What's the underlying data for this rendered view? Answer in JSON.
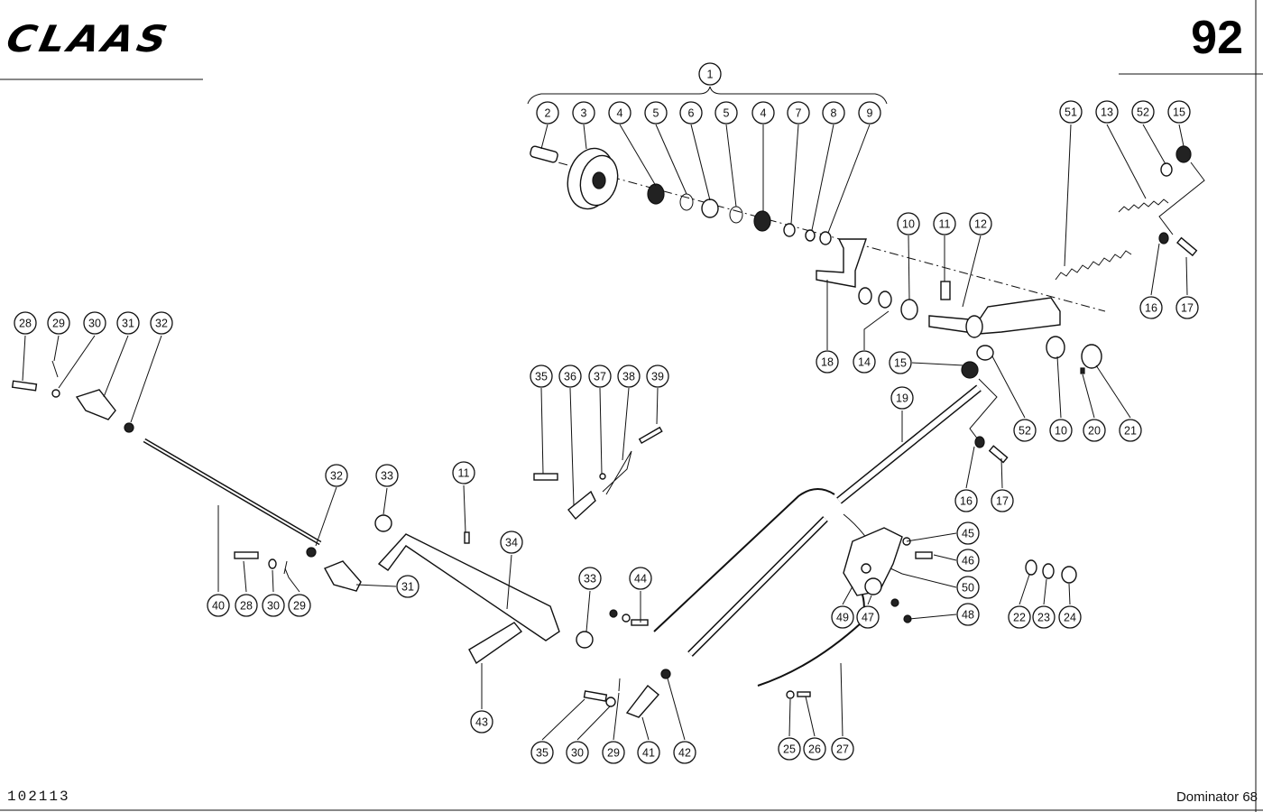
{
  "header": {
    "logo_text": "CLAAS",
    "page_number": "92"
  },
  "footer": {
    "doc_code": "102113",
    "model": "Dominator 68"
  },
  "callouts": [
    "1",
    "2",
    "3",
    "4",
    "5",
    "6",
    "5",
    "4",
    "7",
    "8",
    "9",
    "51",
    "13",
    "52",
    "15",
    "10",
    "11",
    "12",
    "28",
    "29",
    "30",
    "31",
    "32",
    "18",
    "14",
    "16",
    "17",
    "15",
    "19",
    "35",
    "36",
    "37",
    "38",
    "39",
    "52",
    "10",
    "20",
    "21",
    "16",
    "17",
    "32",
    "33",
    "11",
    "34",
    "40",
    "28",
    "30",
    "29",
    "31",
    "33",
    "44",
    "45",
    "46",
    "50",
    "48",
    "49",
    "47",
    "22",
    "23",
    "24",
    "43",
    "35",
    "30",
    "29",
    "41",
    "42",
    "25",
    "26",
    "27"
  ]
}
